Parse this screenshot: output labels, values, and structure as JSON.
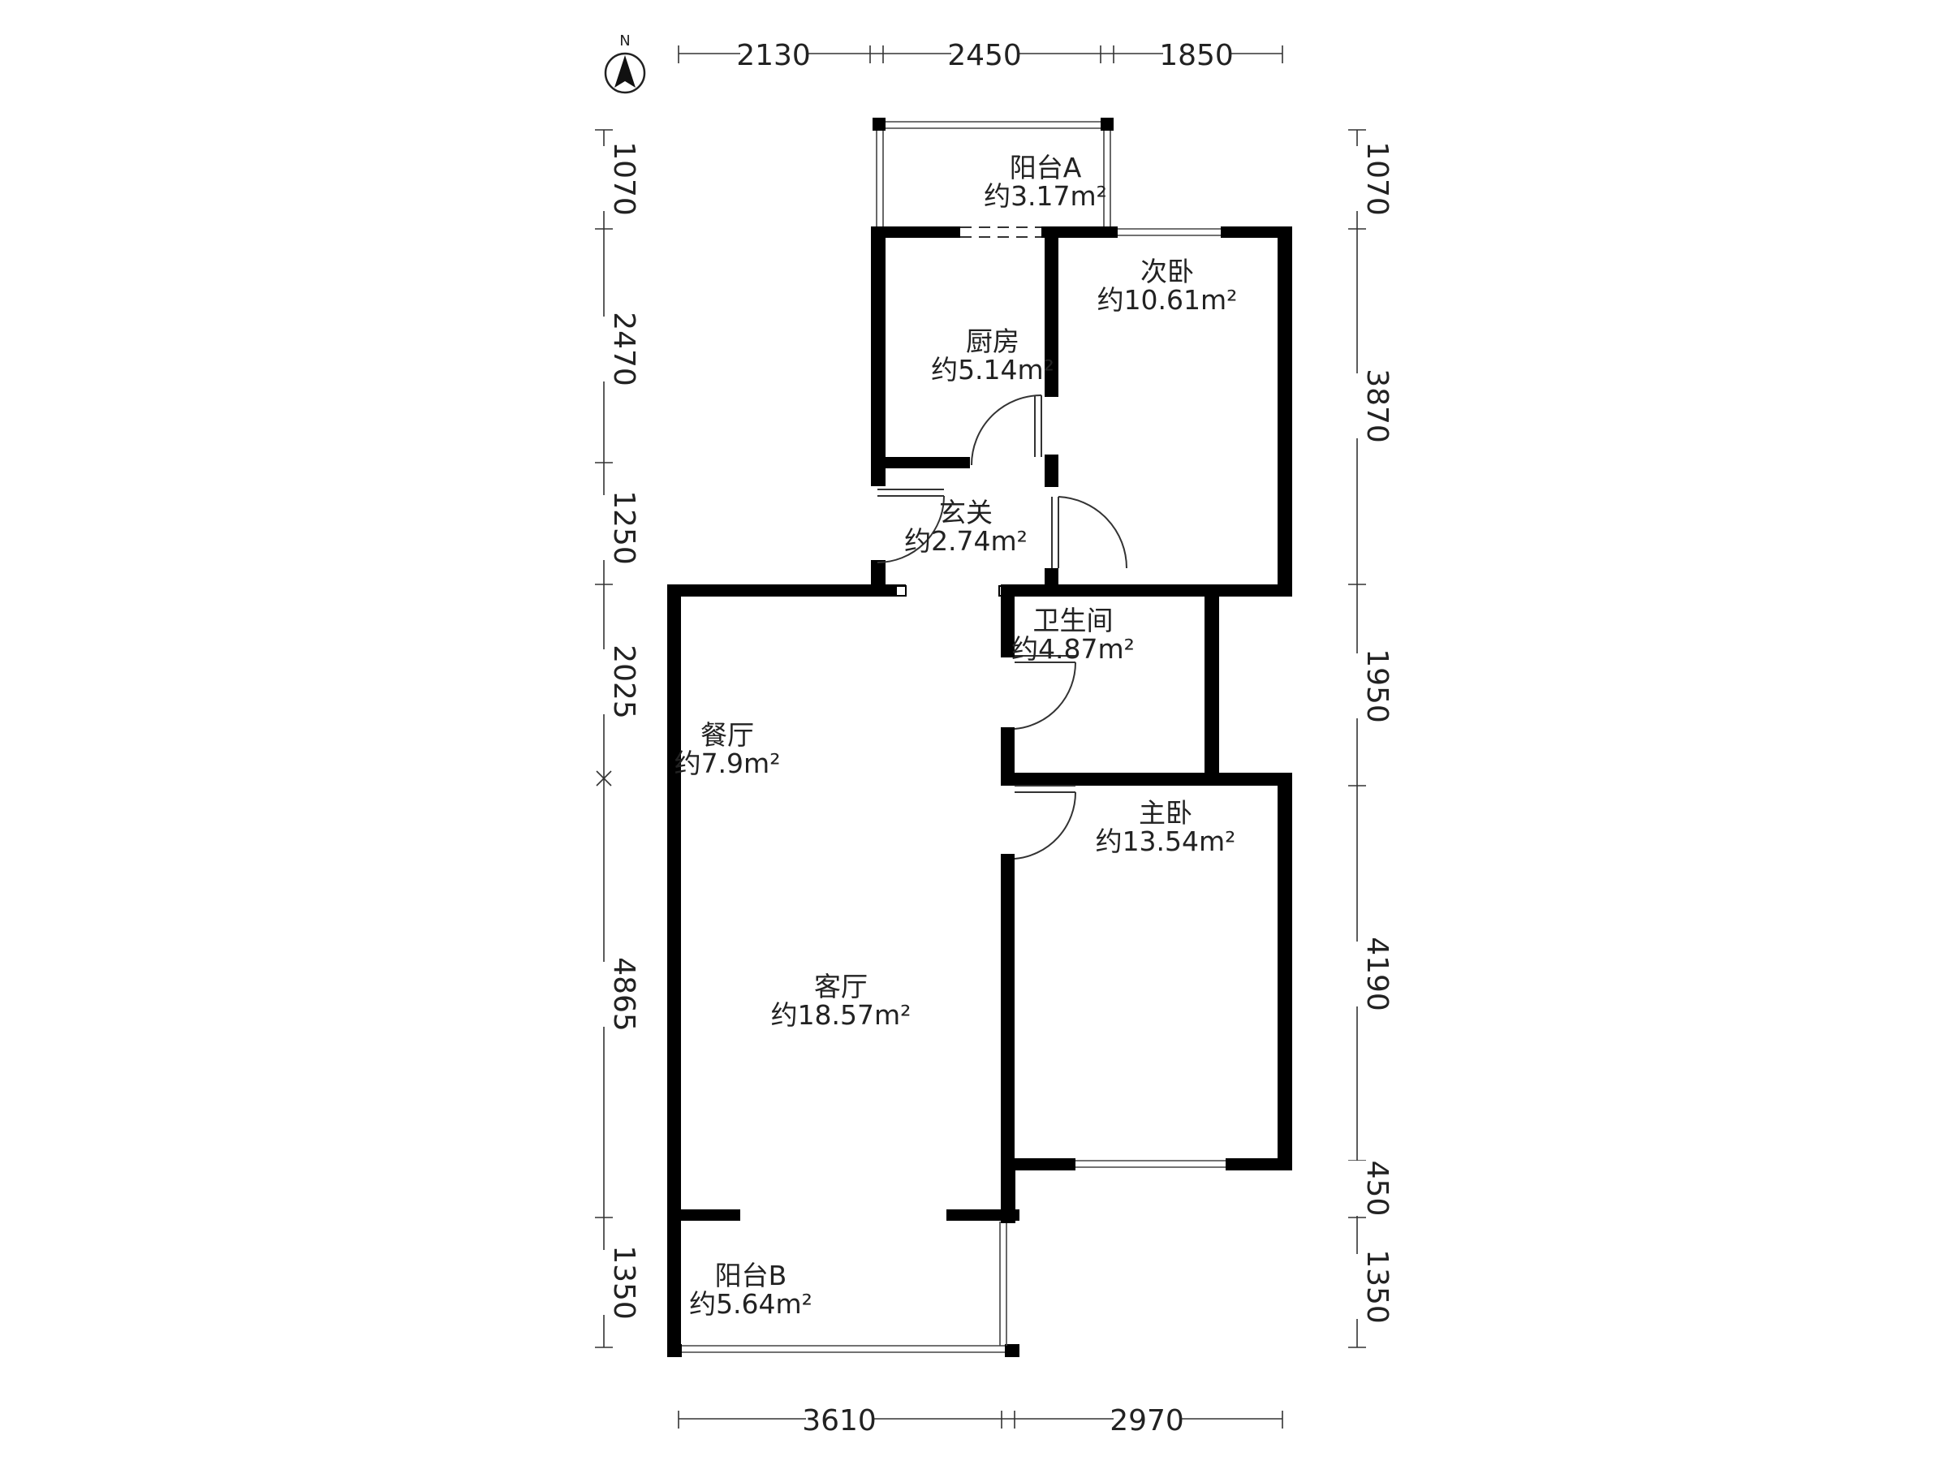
{
  "compass": {
    "label": "N"
  },
  "rooms": [
    {
      "id": "balcony-a",
      "name": "阳台A",
      "area": "约3.17m²"
    },
    {
      "id": "second-bedroom",
      "name": "次卧",
      "area": "约10.61m²"
    },
    {
      "id": "kitchen",
      "name": "厨房",
      "area": "约5.14m²"
    },
    {
      "id": "entrance",
      "name": "玄关",
      "area": "约2.74m²"
    },
    {
      "id": "bathroom",
      "name": "卫生间",
      "area": "约4.87m²"
    },
    {
      "id": "dining-room",
      "name": "餐厅",
      "area": "约7.9m²"
    },
    {
      "id": "master-bedroom",
      "name": "主卧",
      "area": "约13.54m²"
    },
    {
      "id": "living-room",
      "name": "客厅",
      "area": "约18.57m²"
    },
    {
      "id": "balcony-b",
      "name": "阳台B",
      "area": "约5.64m²"
    }
  ],
  "dimensions": {
    "top": [
      "2130",
      "2450",
      "1850"
    ],
    "bottom": [
      "3610",
      "2970"
    ],
    "left": [
      "1070",
      "2470",
      "1250",
      "2025",
      "4865",
      "1350"
    ],
    "right": [
      "1070",
      "3870",
      "1950",
      "4190",
      "450",
      "1350"
    ]
  },
  "colors": {
    "wall": "#000000",
    "line": "#333333",
    "background": "#ffffff"
  }
}
